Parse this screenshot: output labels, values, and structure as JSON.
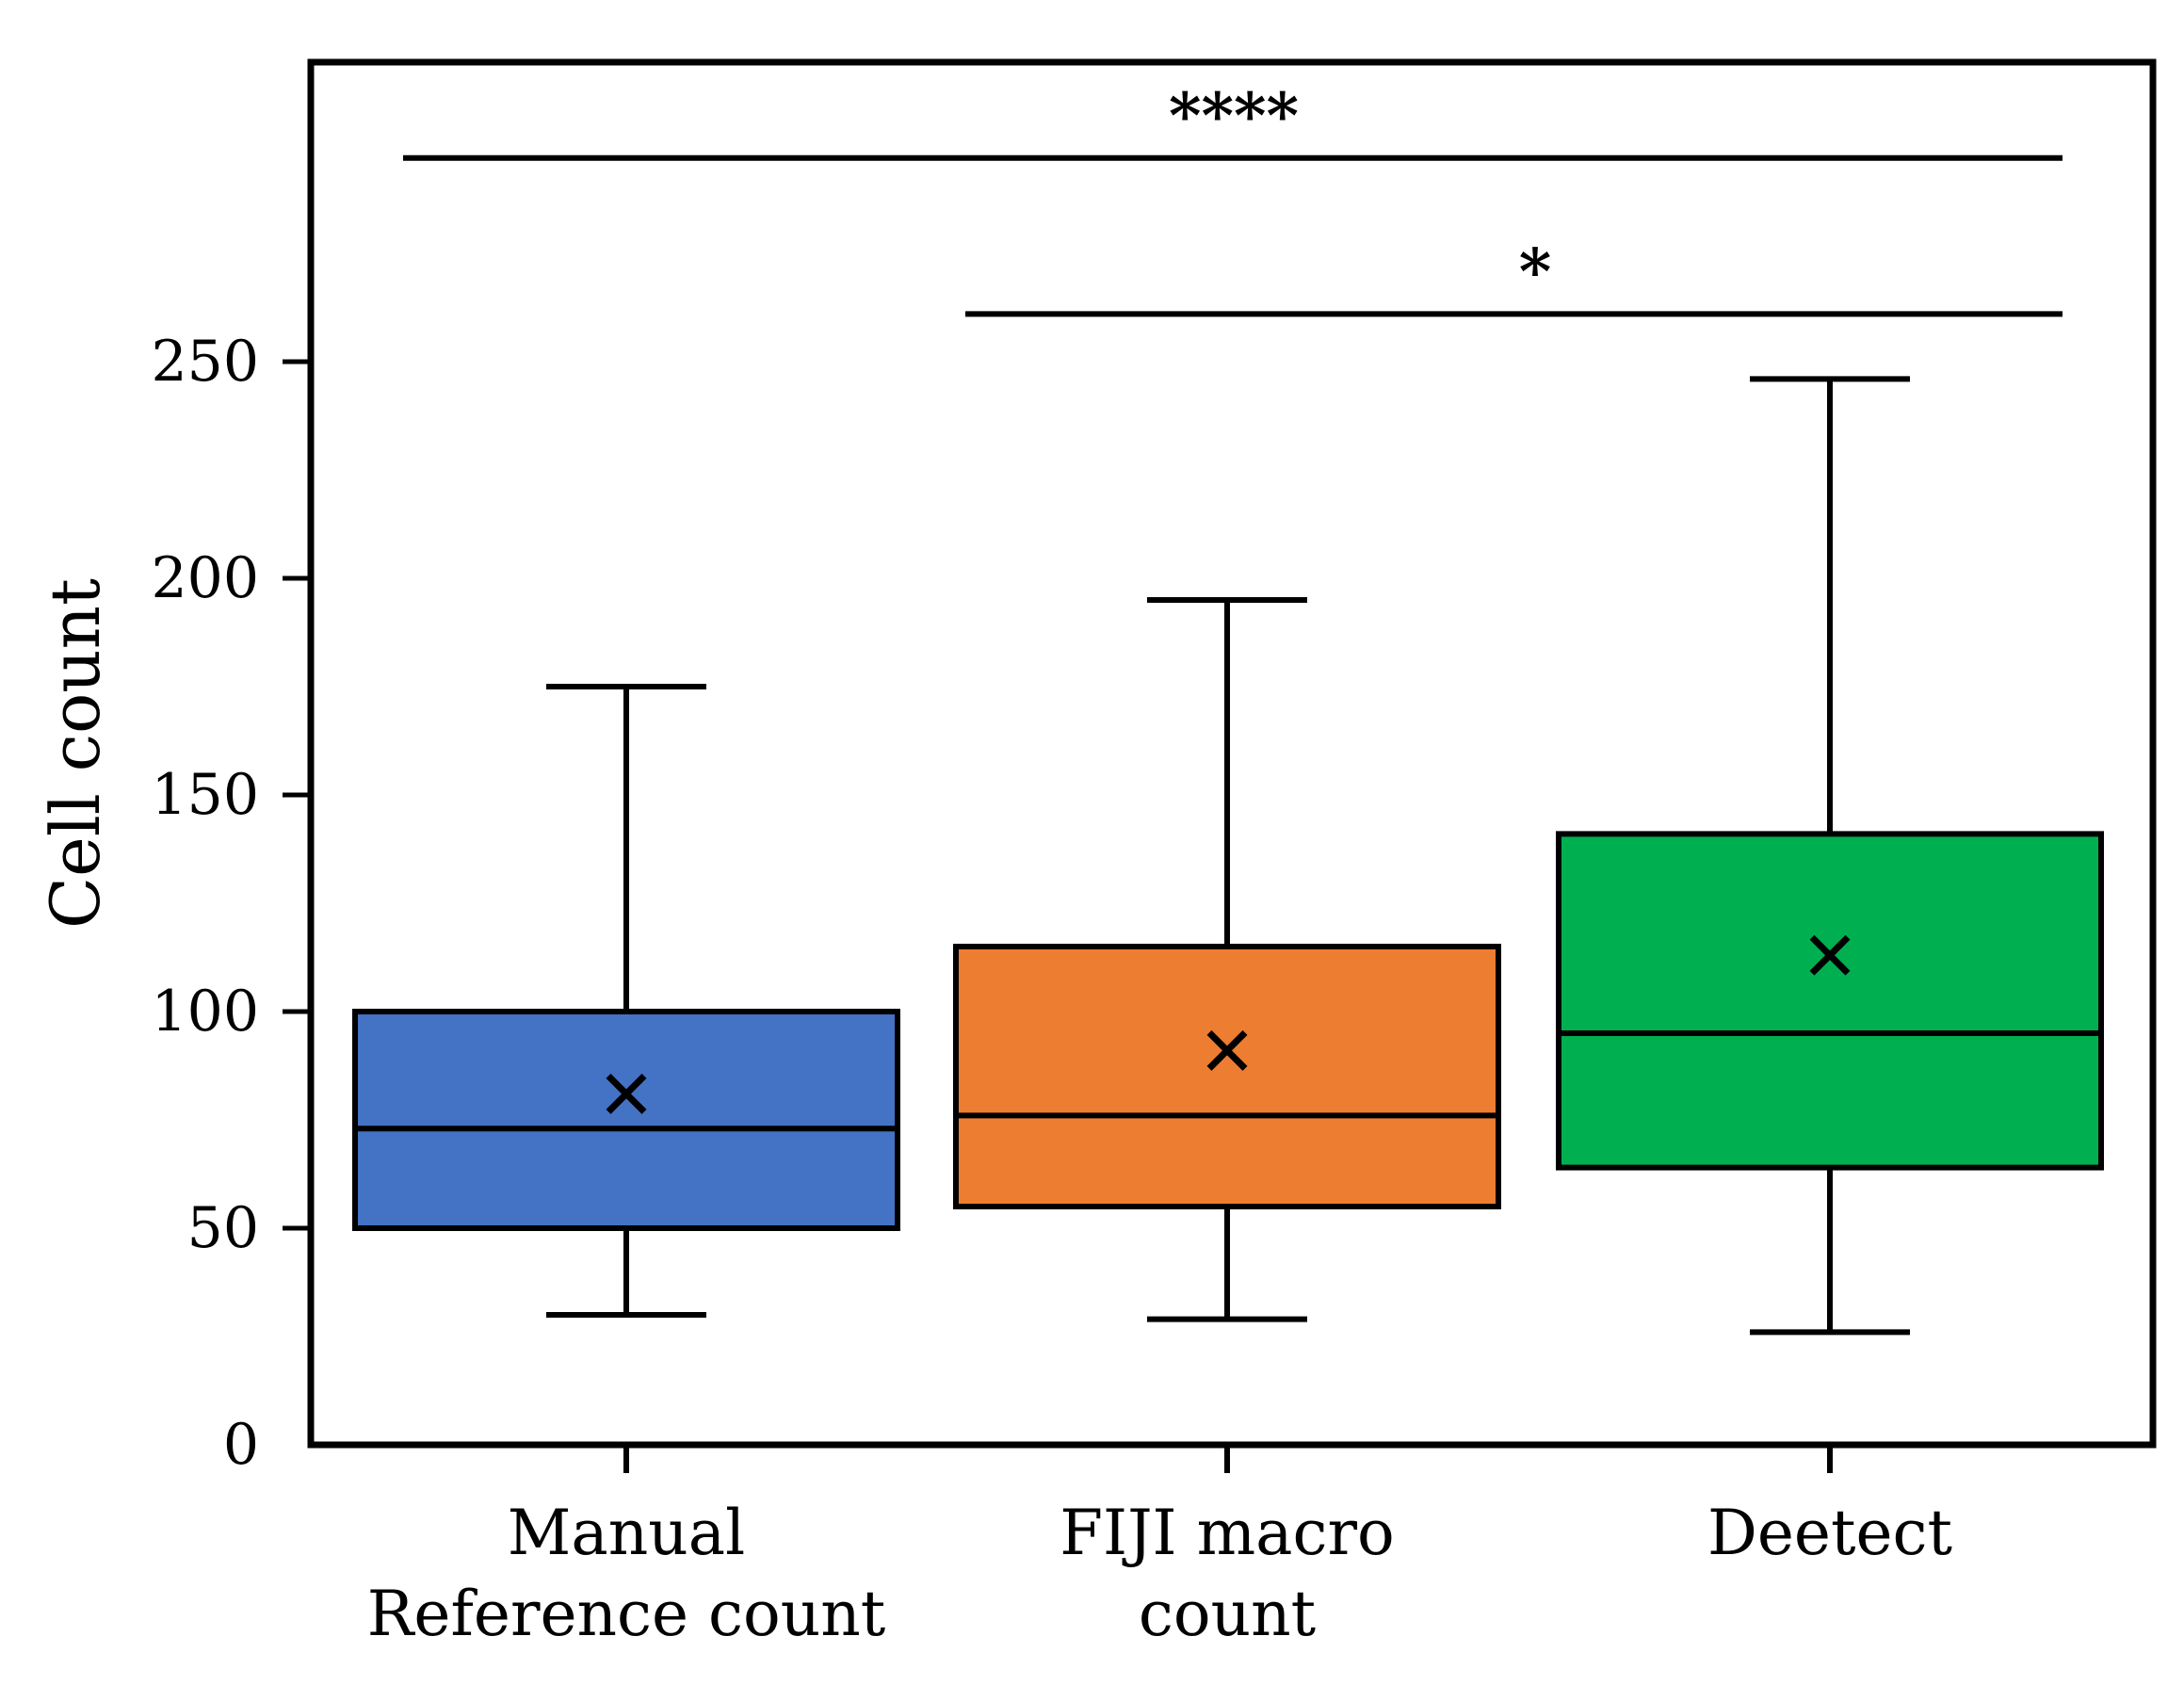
{
  "chart_data": {
    "type": "box",
    "ylabel": "Cell count",
    "ylim": [
      0,
      320
    ],
    "yticks": [
      0,
      50,
      100,
      150,
      200,
      250
    ],
    "categories": [
      "Manual\nReference count",
      "FIJI macro\ncount",
      "Deetect"
    ],
    "series": [
      {
        "category": "Manual\nReference count",
        "min": 30,
        "q1": 50,
        "median": 73,
        "q3": 100,
        "max": 175,
        "mean": 81,
        "color": "#4472c4"
      },
      {
        "category": "FIJI macro\ncount",
        "min": 29,
        "q1": 55,
        "median": 76,
        "q3": 115,
        "max": 195,
        "mean": 91,
        "color": "#ed7d31"
      },
      {
        "category": "Deetect",
        "min": 26,
        "q1": 64,
        "median": 95,
        "q3": 141,
        "max": 246,
        "mean": 113,
        "color": "#00b050"
      }
    ],
    "significance": [
      {
        "from": 0,
        "to": 2,
        "label": "****",
        "level": 297
      },
      {
        "from": 1,
        "to": 2,
        "label": "*",
        "level": 261
      }
    ]
  }
}
